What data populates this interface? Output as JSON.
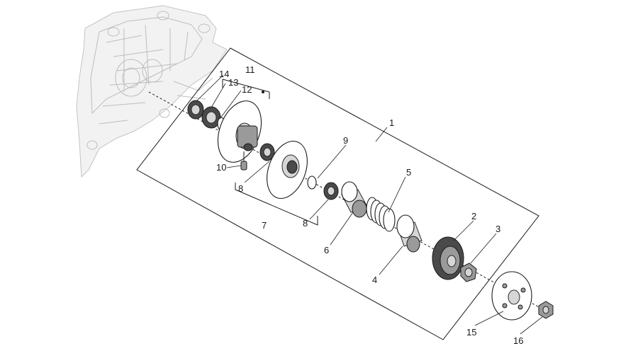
{
  "diagram": {
    "callouts": [
      {
        "id": "c1",
        "label": "1"
      },
      {
        "id": "c2",
        "label": "2"
      },
      {
        "id": "c3",
        "label": "3"
      },
      {
        "id": "c4",
        "label": "4"
      },
      {
        "id": "c5",
        "label": "5"
      },
      {
        "id": "c6",
        "label": "6"
      },
      {
        "id": "c7",
        "label": "7"
      },
      {
        "id": "c8a",
        "label": "8"
      },
      {
        "id": "c8b",
        "label": "8"
      },
      {
        "id": "c9",
        "label": "9"
      },
      {
        "id": "c10",
        "label": "10"
      },
      {
        "id": "c11",
        "label": "11"
      },
      {
        "id": "c12",
        "label": "12"
      },
      {
        "id": "c13",
        "label": "13"
      },
      {
        "id": "c14",
        "label": "14"
      },
      {
        "id": "c15",
        "label": "15"
      },
      {
        "id": "c16",
        "label": "16"
      }
    ]
  }
}
